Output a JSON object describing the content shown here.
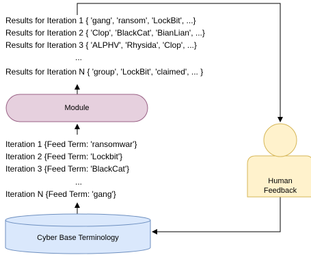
{
  "results": [
    "Results for Iteration 1 { 'gang', 'ransom', 'LockBit', ...}",
    "Results for Iteration 2 { 'Clop', 'BlackCat', 'BianLian', ...}",
    "Results for Iteration 3 { 'ALPHV', 'Rhysida', 'Clop', ...}",
    "...",
    "Results for Iteration N { 'group', 'LockBit', 'claimed', ... }"
  ],
  "iterations": [
    "Iteration 1 {Feed Term: 'ransomwar'}",
    "Iteration 2 {Feed Term: 'Lockbit'}",
    "Iteration 3 {Feed Term: 'BlackCat'}",
    "...",
    "Iteration N {Feed Term: 'gang'}"
  ],
  "module": {
    "label": "Module",
    "fill": "#e6d0de",
    "stroke": "#996185"
  },
  "database": {
    "label": "Cyber Base Terminology",
    "fill": "#dae8fc",
    "stroke": "#6c8ebf"
  },
  "human": {
    "label_line1": "Human",
    "label_line2": "Feedback",
    "fill": "#fff2cc",
    "stroke": "#d6b656"
  }
}
